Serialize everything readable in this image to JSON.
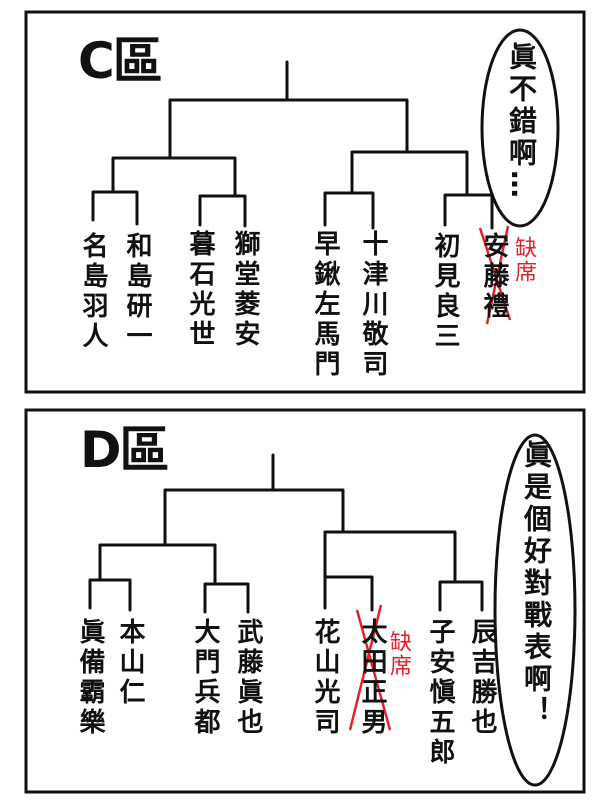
{
  "panel_c": {
    "title": "C區",
    "bubble": "眞不錯啊…",
    "players": [
      "名島羽人",
      "和島研一",
      "暮石光世",
      "獅堂菱安",
      "早鍬左馬門",
      "十津川敬司",
      "初見良三",
      "安藤禮"
    ],
    "absent_label": "缺席"
  },
  "panel_d": {
    "title": "D區",
    "bubble": "眞是個好對戰表啊！",
    "players": [
      "眞備霸樂",
      "本山仁",
      "大門兵都",
      "武藤眞也",
      "花山光司",
      "太田正男",
      "子安愼五郎",
      "辰吉勝也"
    ],
    "absent_label": "缺席"
  },
  "colors": {
    "ink": "#111111",
    "absent": "#e4202a"
  }
}
